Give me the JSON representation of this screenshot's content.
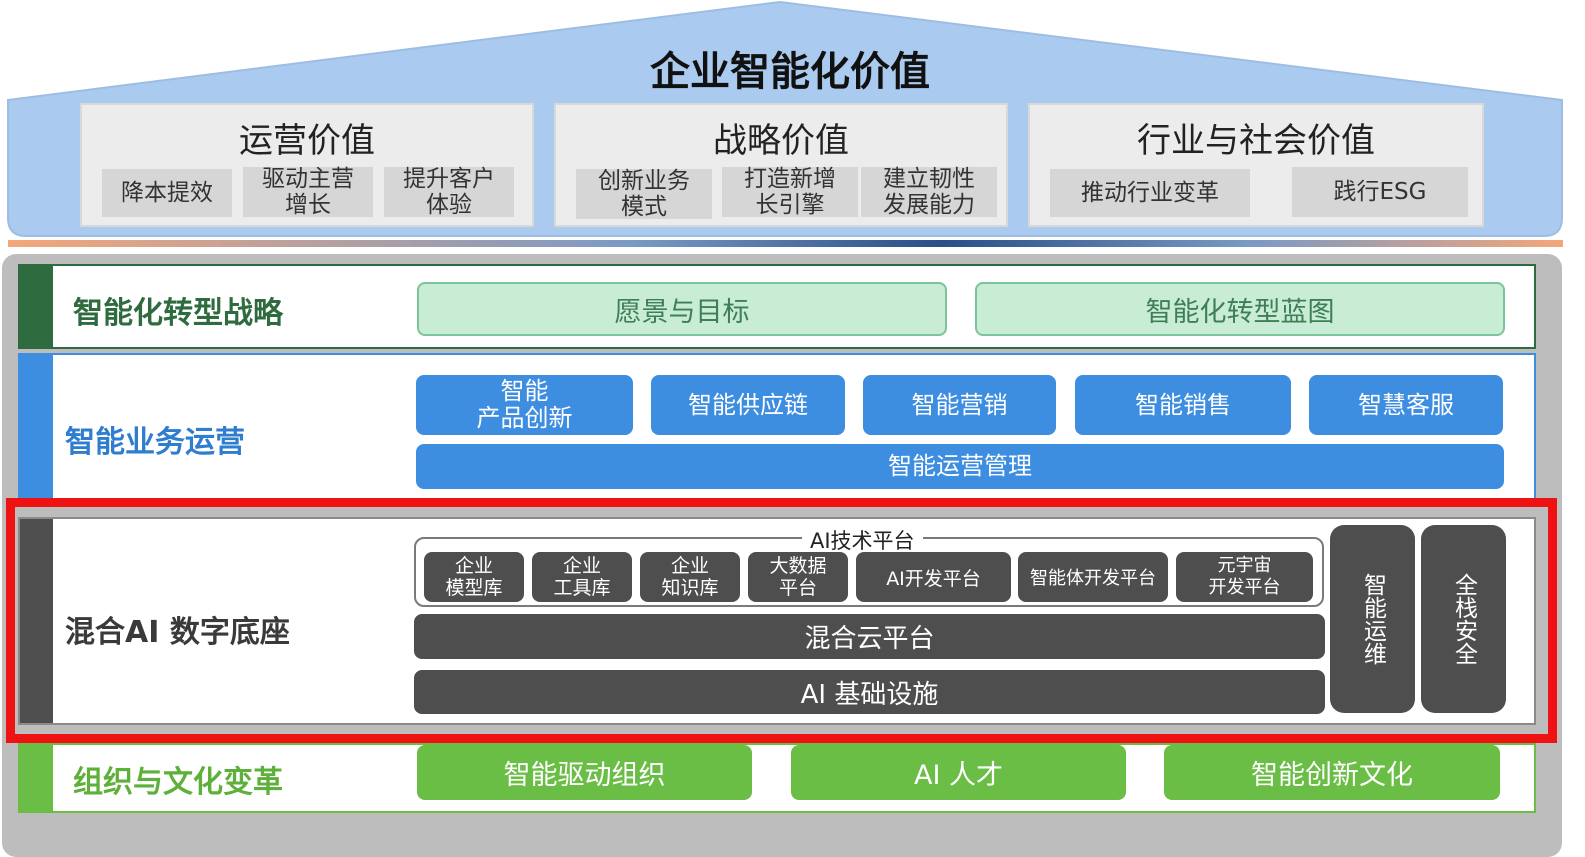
{
  "roof": {
    "title": "企业智能化价值",
    "panels": [
      {
        "title": "运营价值",
        "items": [
          "降本提效",
          "驱动主营\n增长",
          "提升客户\n体验"
        ]
      },
      {
        "title": "战略价值",
        "items": [
          "创新业务\n模式",
          "打造新增\n长引擎",
          "建立韧性\n发展能力"
        ]
      },
      {
        "title": "行业与社会价值",
        "items": [
          "推动行业变革",
          "践行ESG"
        ]
      }
    ]
  },
  "strategy": {
    "title": "智能化转型战略",
    "items": [
      "愿景与目标",
      "智能化转型蓝图"
    ]
  },
  "business": {
    "title": "智能业务运营",
    "items": [
      "智能\n产品创新",
      "智能供应链",
      "智能营销",
      "智能销售",
      "智慧客服"
    ],
    "bottom": "智能运营管理"
  },
  "hybrid": {
    "title": "混合AI 数字底座",
    "platform_label": "AI技术平台",
    "platform_items": [
      "企业\n模型库",
      "企业\n工具库",
      "企业\n知识库",
      "大数据\n平台",
      "AI开发平台",
      "智能体开发平台",
      "元宇宙\n开发平台"
    ],
    "cloud": "混合云平台",
    "infra": "AI 基础设施",
    "side": [
      "智能运维",
      "全栈安全"
    ]
  },
  "org": {
    "title": "组织与文化变革",
    "items": [
      "智能驱动组织",
      "AI 人才",
      "智能创新文化"
    ]
  },
  "colors": {
    "roof_fill": "#aacbef",
    "strategy_green": "#2e6b3f",
    "business_blue": "#3d8de0",
    "hybrid_dark": "#4e4e4e",
    "org_green": "#6abd45",
    "highlight_red": "#ef1212"
  }
}
